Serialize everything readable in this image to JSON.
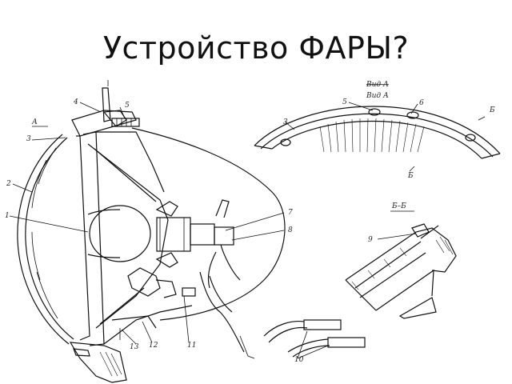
{
  "slide": {
    "title": "Устройство ФАРЫ?"
  },
  "main_view": {
    "labels": [
      "1",
      "2",
      "3",
      "4",
      "5",
      "7",
      "8",
      "10",
      "11",
      "12",
      "13"
    ],
    "section_mark": "А"
  },
  "view_a": {
    "title_struck": "Вид А",
    "title": "Вид А",
    "labels": [
      "5",
      "6",
      "3"
    ],
    "section_mark": "Б"
  },
  "section_bb": {
    "title": "Б–Б",
    "labels": [
      "9"
    ]
  }
}
